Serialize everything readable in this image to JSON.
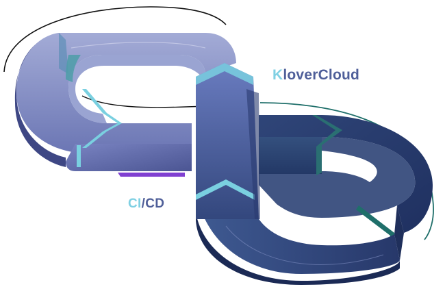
{
  "labels": {
    "brand_prefix": "K",
    "brand_rest": "loverCloud",
    "cicd_prefix": "CI",
    "cicd_rest": "/CD"
  },
  "colors": {
    "loop_left_light": "#8e97c8",
    "loop_left_dark": "#4f5a9a",
    "loop_right_light": "#3c5487",
    "loop_right_dark": "#243766",
    "accent_teal": "#7ad0e0",
    "accent_green": "#1f6f6a",
    "label_primary": "#4f5f99",
    "label_highlight": "#7fd0e3",
    "purple_shadow": "#6a1fc9"
  },
  "icons": [
    "infinity-loop-graphic"
  ]
}
